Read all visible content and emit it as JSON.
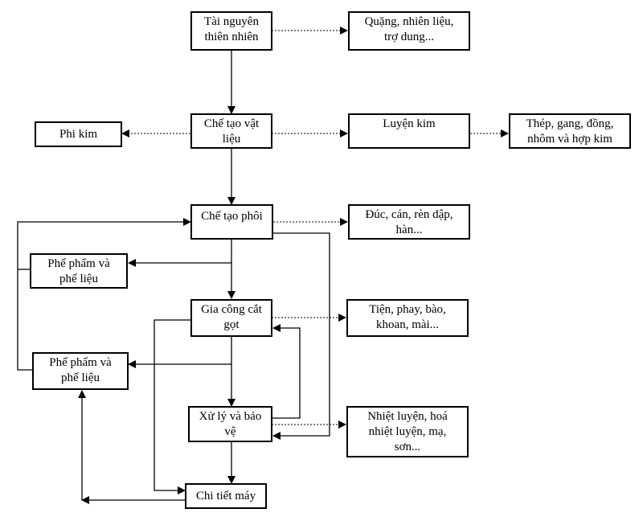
{
  "nodes": {
    "tai_nguyen": [
      "Tài nguyên",
      "thiên nhiên"
    ],
    "quang": [
      "Quặng, nhiên liệu,",
      "trợ dung..."
    ],
    "che_tao_vat_lieu": [
      "Chế tạo vật",
      "liệu"
    ],
    "phi_kim": [
      "Phi kim"
    ],
    "luyen_kim": [
      "Luyện kim"
    ],
    "thep": [
      "Thép, gang, đồng,",
      "nhôm và hợp kim"
    ],
    "che_tao_phoi": [
      "Chế tạo phôi"
    ],
    "duc": [
      "Đúc, cán, rèn dập,",
      "hàn..."
    ],
    "phe_pham_1": [
      "Phế phẩm và",
      "phế liệu"
    ],
    "gia_cong": [
      "Gia công cắt",
      "gọt"
    ],
    "tien": [
      "Tiện, phay, bào,",
      "khoan, mài..."
    ],
    "phe_pham_2": [
      "Phế phẩm và",
      "phế liệu"
    ],
    "xu_ly": [
      "Xử lý và bảo",
      "vệ"
    ],
    "nhiet_luyen": [
      "Nhiệt luyện, hoá",
      "nhiệt luyện, mạ,",
      "sơn..."
    ],
    "chi_tiet": [
      "Chi tiết máy"
    ]
  }
}
